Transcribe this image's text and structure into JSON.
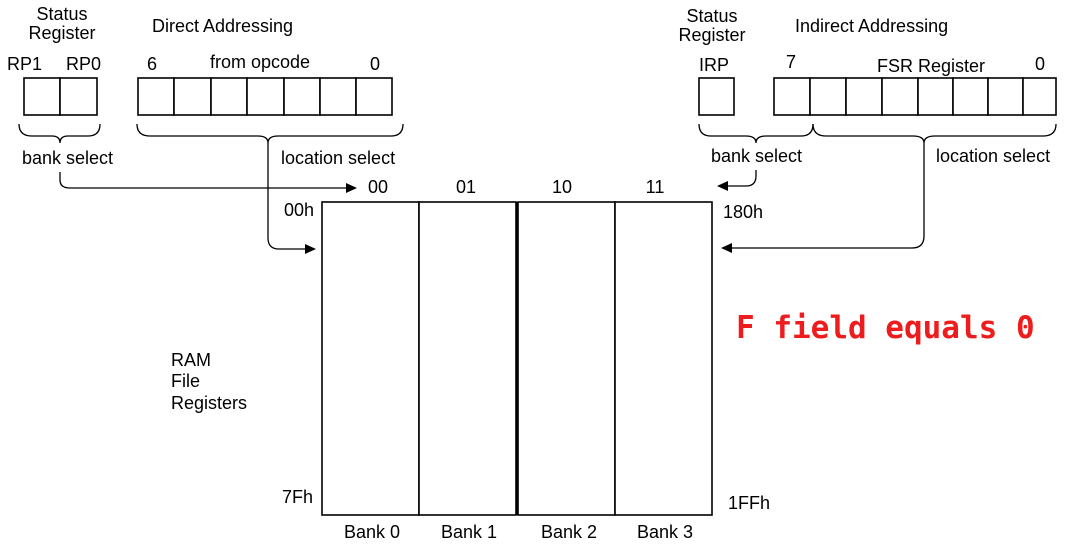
{
  "direct": {
    "status_register": [
      "Status",
      "Register"
    ],
    "title": "Direct Addressing",
    "rp1": "RP1",
    "rp0": "RP0",
    "bit_high": "6",
    "from_opcode": "from opcode",
    "bit_low": "0",
    "bank_select": "bank select",
    "location_select": "location select"
  },
  "indirect": {
    "status_register": [
      "Status",
      "Register"
    ],
    "title": "Indirect Addressing",
    "irp": "IRP",
    "bit_high": "7",
    "fsr_register": "FSR Register",
    "bit_low": "0",
    "bank_select": "bank select",
    "location_select": "location select"
  },
  "memory": {
    "bank_codes": [
      "00",
      "01",
      "10",
      "11"
    ],
    "banks": [
      "Bank 0",
      "Bank 1",
      "Bank 2",
      "Bank 3"
    ],
    "addr_start_left": "00h",
    "addr_end_left": "7Fh",
    "addr_start_right": "180h",
    "addr_end_right": "1FFh",
    "ram_label": [
      "RAM",
      "File",
      "Registers"
    ]
  },
  "annotation": {
    "text": "F field equals 0",
    "color": "#ee1c1c"
  }
}
